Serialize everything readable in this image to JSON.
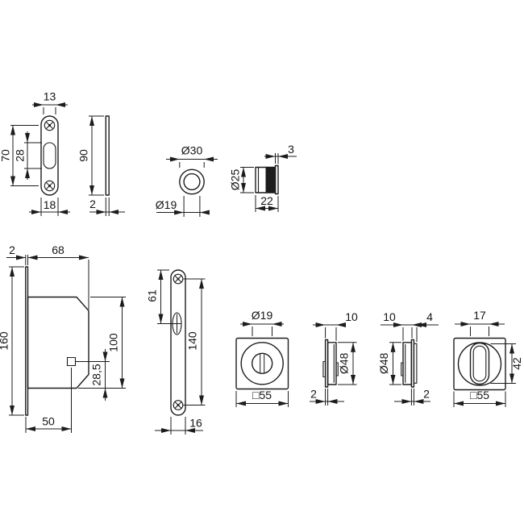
{
  "colors": {
    "line": "#1c1c1c",
    "background": "#ffffff"
  },
  "dims": {
    "strike_plate": {
      "slot_width": "13",
      "screw_spacing": "70",
      "slot_height": "28",
      "width": "18",
      "height": "90",
      "thickness": "2"
    },
    "guide_ring": {
      "outer_dia": "Ø30",
      "inner_dia": "Ø19"
    },
    "dust_cap": {
      "collar": "3",
      "dia": "Ø25",
      "length": "22"
    },
    "lock": {
      "faceplate_thickness": "2",
      "case_depth": "68",
      "faceplate_height": "160",
      "case_height": "100",
      "spindle_offset": "28,5",
      "backset": "50"
    },
    "escutcheon": {
      "top_to_slot": "61",
      "screw_spacing": "140",
      "width": "16"
    },
    "rosette_release": {
      "hole_dia": "Ø19",
      "size": "□55"
    },
    "rosette_side_a": {
      "depth": "10",
      "dia": "Ø48",
      "thickness": "2"
    },
    "rosette_side_b": {
      "depth": "10",
      "collar": "4",
      "dia": "Ø48",
      "thickness": "2"
    },
    "rosette_turn": {
      "grip_width": "17",
      "grip_height": "42",
      "size": "□55"
    }
  }
}
